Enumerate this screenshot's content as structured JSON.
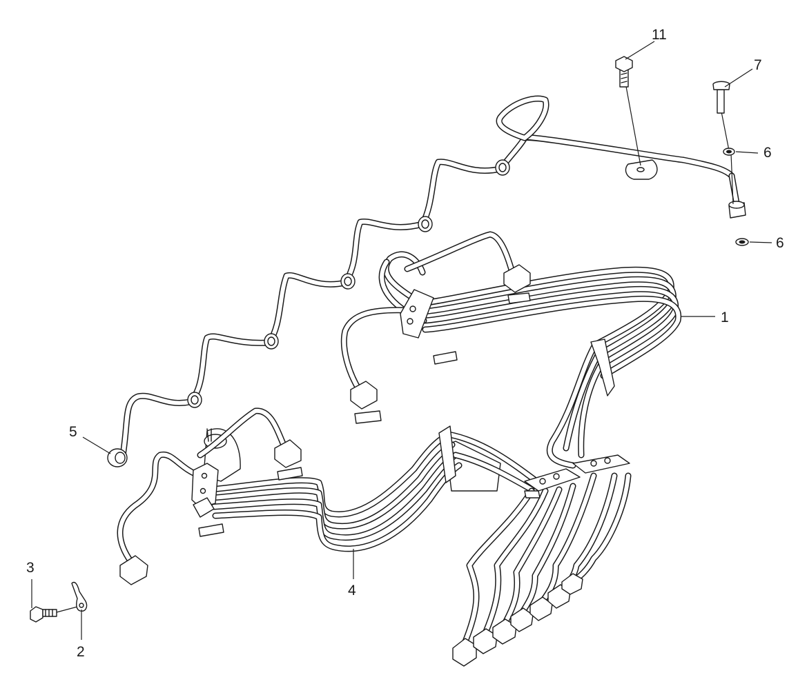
{
  "callouts": {
    "c1": "1",
    "c2": "2",
    "c3": "3",
    "c4": "4",
    "c5": "5",
    "c6a": "6",
    "c6b": "6",
    "c7": "7",
    "c11": "11"
  }
}
